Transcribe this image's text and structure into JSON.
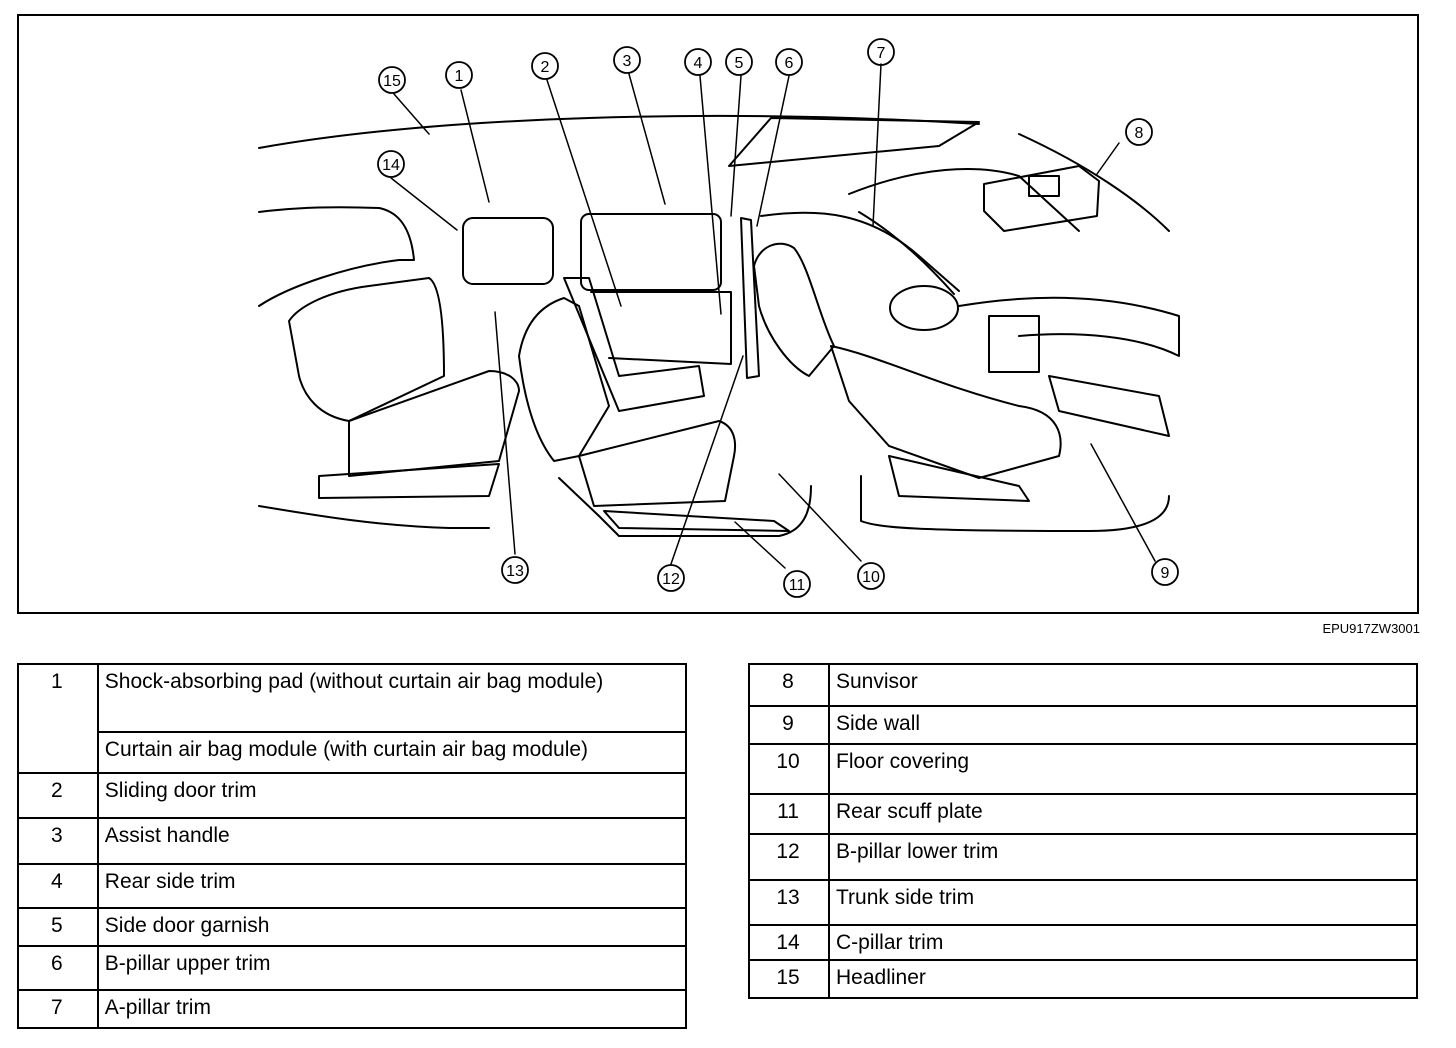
{
  "figure": {
    "code": "EPU917ZW3001",
    "callouts": [
      "15",
      "1",
      "2",
      "3",
      "4",
      "5",
      "6",
      "7",
      "8",
      "14",
      "13",
      "12",
      "11",
      "10",
      "9"
    ]
  },
  "legend_left": [
    {
      "num": "1",
      "text": "Shock-absorbing pad (without curtain air bag module)"
    },
    {
      "num": "",
      "text": "Curtain air bag module (with curtain air bag module)"
    },
    {
      "num": "2",
      "text": "Sliding door trim"
    },
    {
      "num": "3",
      "text": "Assist handle"
    },
    {
      "num": "4",
      "text": "Rear side trim"
    },
    {
      "num": "5",
      "text": "Side door garnish"
    },
    {
      "num": "6",
      "text": "B-pillar upper trim"
    },
    {
      "num": "7",
      "text": "A-pillar trim"
    }
  ],
  "legend_right": [
    {
      "num": "8",
      "text": "Sunvisor"
    },
    {
      "num": "9",
      "text": "Side wall"
    },
    {
      "num": "10",
      "text": "Floor covering"
    },
    {
      "num": "11",
      "text": "Rear scuff plate"
    },
    {
      "num": "12",
      "text": "B-pillar lower trim"
    },
    {
      "num": "13",
      "text": "Trunk side trim"
    },
    {
      "num": "14",
      "text": "C-pillar trim"
    },
    {
      "num": "15",
      "text": "Headliner"
    }
  ]
}
